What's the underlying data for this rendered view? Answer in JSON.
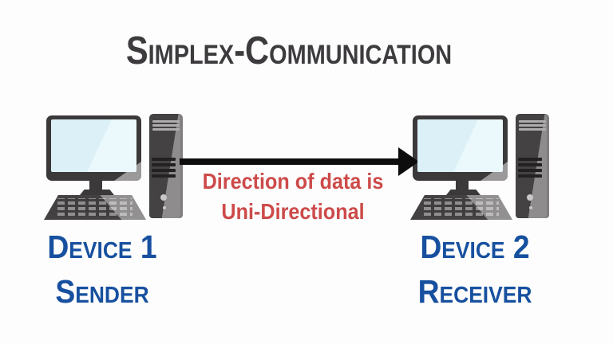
{
  "title": "Simplex-Communication",
  "arrow": {
    "direction": "left-to-right",
    "caption_line1": "Direction of data is",
    "caption_line2": "Uni-Directional"
  },
  "devices": [
    {
      "name": "Device 1",
      "role": "Sender",
      "icon": "desktop-computer-icon"
    },
    {
      "name": "Device 2",
      "role": "Receiver",
      "icon": "desktop-computer-icon"
    }
  ],
  "colors": {
    "background": "#fdfdfd",
    "title_text": "#3d3b3e",
    "device_label_blue": "#17509f",
    "arrow_black": "#0d0d0d",
    "caption_red": "#cd4a4a",
    "monitor_screen_blue": "#dcf1f7",
    "hardware_dark_gray": "#3b393a",
    "hardware_light_gray": "#8e8c8d"
  }
}
